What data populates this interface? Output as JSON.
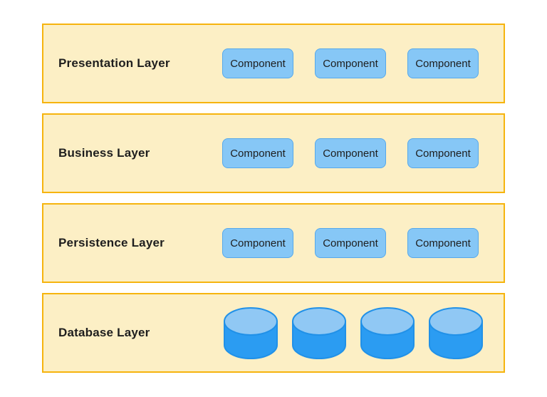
{
  "diagram": {
    "layers": [
      {
        "name": "Presentation Layer",
        "components": [
          "Component",
          "Component",
          "Component"
        ]
      },
      {
        "name": "Business Layer",
        "components": [
          "Component",
          "Component",
          "Component"
        ]
      },
      {
        "name": "Persistence Layer",
        "components": [
          "Component",
          "Component",
          "Component"
        ]
      },
      {
        "name": "Database Layer",
        "database_count": 4
      }
    ]
  },
  "colors": {
    "layer_fill": "#FCEFC5",
    "layer_border": "#F6B40E",
    "component_fill": "#86C7F6",
    "component_border": "#55A8EB",
    "database_body": "#2B9CF2",
    "database_top": "#90C8F4",
    "database_outline": "#2191E8",
    "text": "#1E1E1E",
    "background": "#FFFFFF"
  }
}
